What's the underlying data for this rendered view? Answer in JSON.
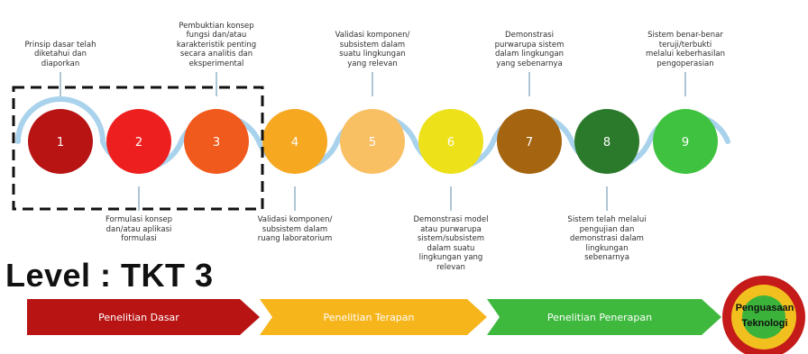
{
  "levels": [
    {
      "number": "1",
      "label": "Prinsip dasar telah\ndiketahui dan\ndiaporkan",
      "color": "#b81414"
    },
    {
      "number": "2",
      "label": "Formulasi konsep\ndan/atau aplikasi\nformulasi",
      "color": "#ee1f1f"
    },
    {
      "number": "3",
      "label": "Pembuktian konsep\nfungsi dan/atau\nkarakteristik penting\nsecara analitis dan\neksperimental",
      "color": "#f15a1d"
    },
    {
      "number": "4",
      "label": "Validasi komponen/\nsubsistem dalam\nruang laboratorium",
      "color": "#f6a821"
    },
    {
      "number": "5",
      "label": "Validasi komponen/\nsubsistem dalam\nsuatu lingkungan\nyang relevan",
      "color": "#f9bf63"
    },
    {
      "number": "6",
      "label": "Demonstrasi model\natau purwarupa\nsistem/subsistem\ndalam suatu\nlingkungan yang\nrelevan",
      "color": "#ede11a"
    },
    {
      "number": "7",
      "label": "Demonstrasi\npurwarupa sistem\ndalam lingkungan\nyang sebenarnya",
      "color": "#a5640f"
    },
    {
      "number": "8",
      "label": "Sistem telah melalui\npengujian dan\ndemonstrasi dalam\nlingkungan\nsebenarnya",
      "color": "#2b7a2b"
    },
    {
      "number": "9",
      "label": "Sistem benar-benar\nteruji/terbukti\nmelalui keberhasilan\npengoperasian",
      "color": "#3fc23f"
    }
  ],
  "current_level": "Level : TKT 3",
  "phases": [
    {
      "label": "Penelitian Dasar",
      "color": "#b81414"
    },
    {
      "label": "Penelitian Terapan",
      "color": "#f7b51c"
    },
    {
      "label": "Penelitian Penerapan",
      "color": "#3eb93e"
    }
  ],
  "technology_mastery": {
    "line1": "Penguasaan",
    "line2": "Teknologi"
  },
  "colors": {
    "track": "#a9d2ec",
    "connector": "#7a9fb8",
    "highlight_box": "#111111"
  }
}
